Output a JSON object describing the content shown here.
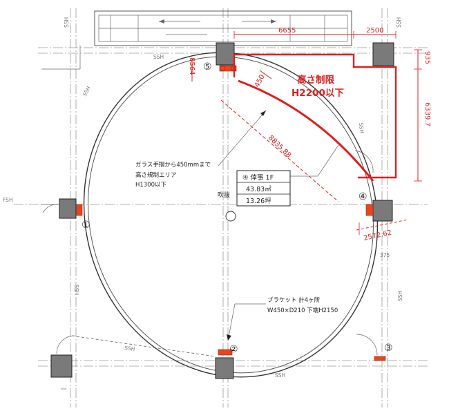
{
  "grid_labels": {
    "ssh_top_left": "SSH",
    "ssh_top_right": "SSH",
    "ssh_upper": "SSH",
    "ssh_left_diag": "SSH",
    "ssh_bottom": "SSH",
    "ssh_right_lower": "SSH",
    "ssh_bottom_diag": "SSH",
    "ssh_right_diag": "SSH",
    "fsh_left": "FSH",
    "label_375": "375",
    "ssh_left_vert": "SSH"
  },
  "dimensions": {
    "top_6655": "6655",
    "top_2500": "2500",
    "right_935": "935",
    "right_6339": "6339.7",
    "left_8564": "8564",
    "diag_450": "450",
    "diag_8835": "8835.88",
    "bottom_2572": "2572.62"
  },
  "height_limit": {
    "line1": "高さ制限",
    "line2": "H2200以下"
  },
  "annotation_glass": {
    "line1": "ガラス手摺から450mmまで",
    "line2": "高さ規制エリア",
    "line3": "H1300以下"
  },
  "room_table": {
    "row1": "④ 倖事 1F",
    "row2": "43.83㎡",
    "row3": "13.26坪"
  },
  "void_label": "吹抜",
  "bracket_note": {
    "line1": "ブラケット 計4ヶ所",
    "line2": "W450×D210  下端H2150"
  },
  "markers": {
    "m1": "①",
    "m2": "②",
    "m3": "③",
    "m4": "④",
    "m5": "⑤"
  },
  "colors": {
    "limit_red": "#e01e1e",
    "column_gray": "#7a7a7a",
    "bracket_orange": "#e8451f"
  }
}
